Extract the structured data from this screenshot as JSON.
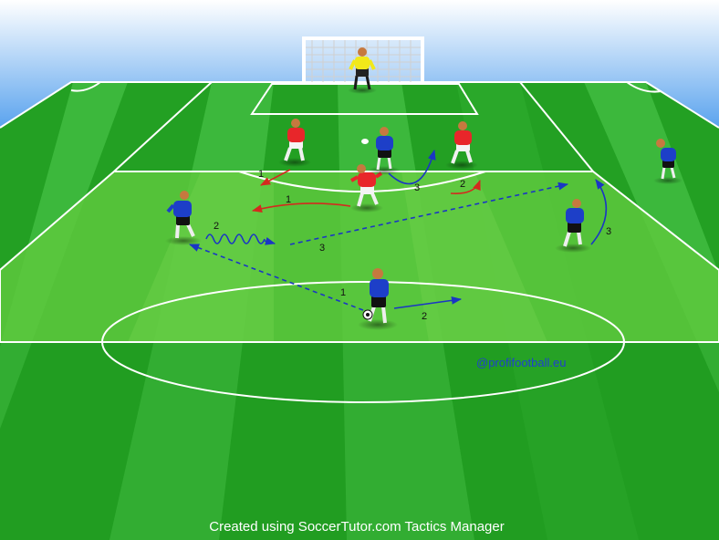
{
  "diagram": {
    "credit": "Created using SoccerTutor.com Tactics Manager",
    "watermark": "@profifootball.eu",
    "labels": {
      "l1a": "1",
      "l1b": "1",
      "l1c": "1",
      "l2a": "2",
      "l2b": "2",
      "l2c": "2",
      "l3a": "3",
      "l3b": "3",
      "l3c": "3"
    },
    "colors": {
      "attackers": "#1d3fc8",
      "defenders": "#e8262a",
      "goalkeeper": "#f2e81a",
      "pass_arrow": "#1a36c4",
      "run_arrow_red": "#d42a1e"
    }
  }
}
